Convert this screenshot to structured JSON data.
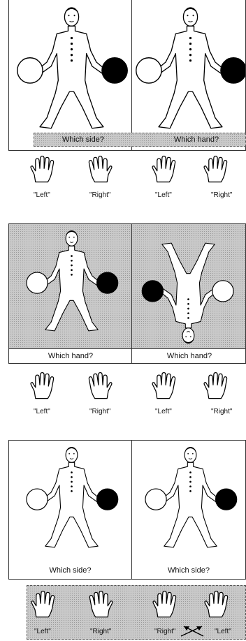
{
  "sections": [
    {
      "captions": [
        "Which side?",
        "Which hand?"
      ],
      "labels": [
        "\"Left\"",
        "\"Right\"",
        "\"Left\"",
        "\"Right\""
      ]
    },
    {
      "captions": [
        "Which hand?",
        "Which hand?"
      ],
      "labels": [
        "\"Left\"",
        "\"Right\"",
        "\"Left\"",
        "\"Right\""
      ]
    },
    {
      "captions": [
        "Which side?",
        "Which side?"
      ],
      "labels": [
        "\"Left\"",
        "\"Right\"",
        "\"Right\"",
        "\"Left\""
      ]
    }
  ],
  "colors": {
    "ball_dark": "#000000",
    "ball_light": "#ffffff",
    "shade": "#c9c9c9"
  }
}
